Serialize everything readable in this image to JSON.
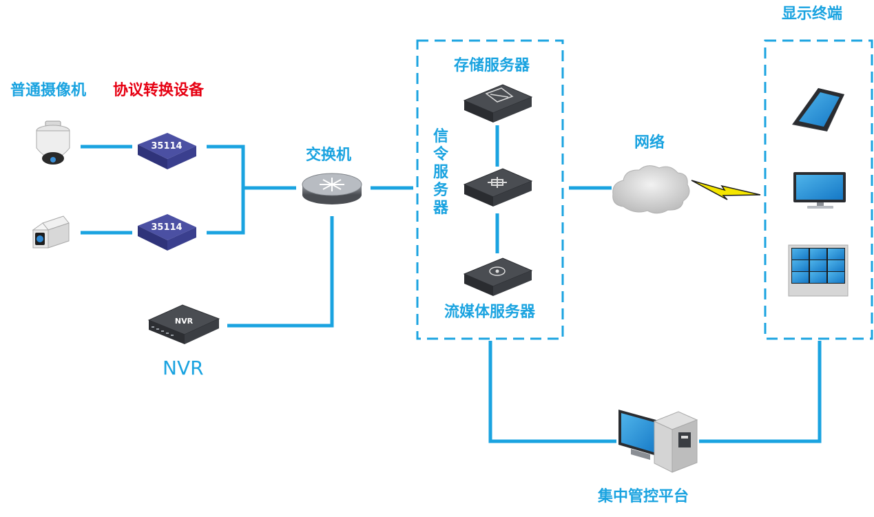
{
  "labels": {
    "camera": "普通摄像机",
    "protocol_device": "协议转换设备",
    "converter_1": "35114",
    "converter_2": "35114",
    "switch": "交换机",
    "nvr_device_text": "NVR",
    "nvr": "NVR",
    "storage_server": "存储服务器",
    "signaling_server": "信令服务器",
    "streaming_server": "流媒体服务器",
    "network": "网络",
    "display_terminal": "显示终端",
    "management_platform": "集中管控平台"
  },
  "colors": {
    "line": "#1aa3e0",
    "label_blue": "#1aa3e0",
    "label_red": "#e60012",
    "converter": "#3b3f8c",
    "server": "#3a3d42",
    "lightning": "#f5e600"
  },
  "icons": [
    "dome-camera-icon",
    "bullet-camera-icon",
    "converter-box-icon",
    "router-switch-icon",
    "nvr-recorder-icon",
    "rack-server-icon",
    "cloud-icon",
    "lightning-icon",
    "smartphone-icon",
    "monitor-icon",
    "video-wall-icon",
    "desktop-computer-icon"
  ]
}
